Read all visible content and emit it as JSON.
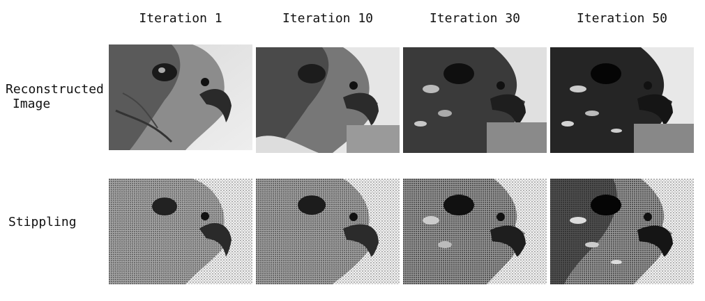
{
  "columns": [
    "Iteration 1",
    "Iteration 10",
    "Iteration 30",
    "Iteration 50"
  ],
  "rows": [
    {
      "label_line1": "Reconstructed",
      "label_line2": "Image"
    },
    {
      "label_line1": "Stippling",
      "label_line2": ""
    }
  ],
  "image_descriptions": {
    "subject": "falcon-head-profile",
    "style": "grayscale"
  }
}
